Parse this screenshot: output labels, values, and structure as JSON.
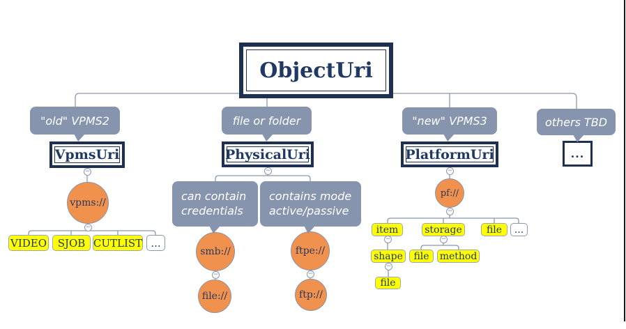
{
  "root": {
    "label": "ObjectUri"
  },
  "branches": [
    {
      "callout": "\"old\" VPMS2",
      "node": "VpmsUri",
      "scheme": "vpms://",
      "leaves": [
        "VIDEO",
        "SJOB",
        "CUTLIST",
        "..."
      ]
    },
    {
      "callout": "file or folder",
      "node": "PhysicalUri",
      "protocols": [
        {
          "callout": "can contain credentials",
          "scheme": "smb://",
          "child": "file://"
        },
        {
          "callout": "contains mode active/passive",
          "scheme": "ftpe://",
          "child": "ftp://"
        }
      ]
    },
    {
      "callout": "\"new\" VPMS3",
      "node": "PlatformUri",
      "scheme": "pf://",
      "children": [
        {
          "label": "item",
          "children": [
            {
              "label": "shape",
              "children": [
                {
                  "label": "file"
                }
              ]
            }
          ]
        },
        {
          "label": "storage",
          "children": [
            {
              "label": "file"
            },
            {
              "label": "method"
            }
          ]
        },
        {
          "label": "file"
        },
        {
          "label": "..."
        }
      ]
    },
    {
      "callout": "others TBD",
      "node": "..."
    }
  ],
  "icons": {
    "collapse": "−"
  },
  "colors": {
    "navy": "#1f3864",
    "callout_bg": "#8694ae",
    "callout_text": "#ffffff",
    "circle_fill": "#f0914e",
    "leaf_fill": "#ffff00",
    "connector": "#8a97ad"
  }
}
